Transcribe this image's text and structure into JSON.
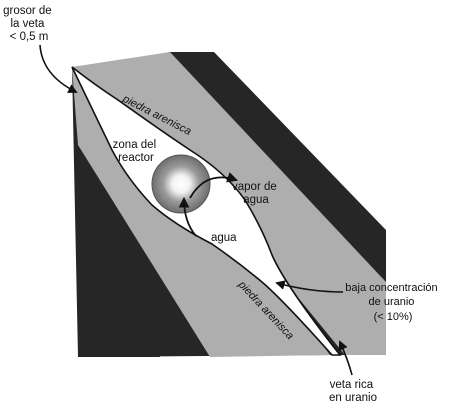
{
  "labels": {
    "vein_thickness": [
      "grosor de",
      "la veta",
      "< 0,5 m"
    ],
    "sandstone_top": "piedra arenisca",
    "sandstone_bottom": "piedra arenisca",
    "reactor_zone": [
      "zona del",
      "reactor"
    ],
    "steam": [
      "vapor de",
      "agua"
    ],
    "water": "agua",
    "low_concentration": [
      "baja concentración",
      "de uranio",
      "(< 10%)"
    ],
    "rich_vein": [
      "veta rica",
      "en uranio"
    ]
  },
  "colors": {
    "dark_rock": "#262626",
    "sandstone": "#aeaeae",
    "vein": "#ffffff",
    "reactor_outer": "#6e6e6e",
    "reactor_core": "#ffffff",
    "outline": "#111111"
  }
}
